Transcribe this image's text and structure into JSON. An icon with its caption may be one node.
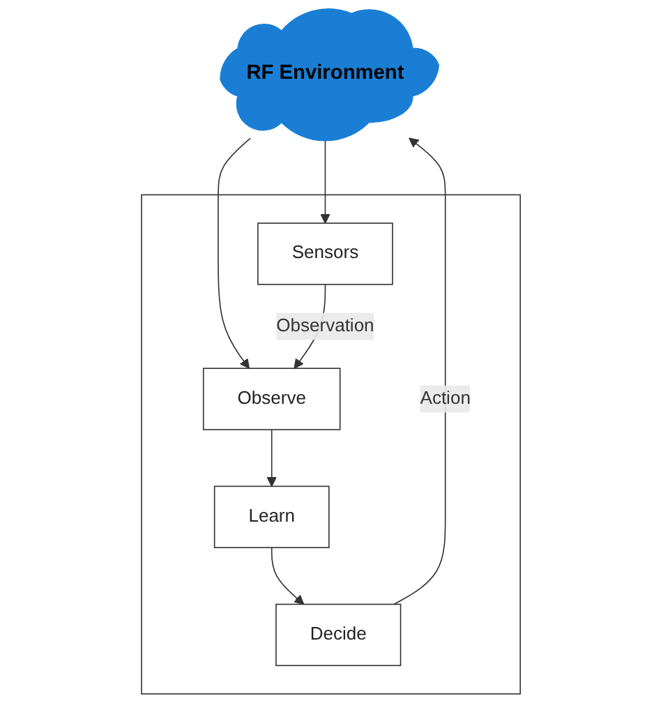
{
  "diagram": {
    "nodes": [
      {
        "text": [
          "RF Environment"
        ]
      },
      {
        "text": [],
        "shape": "box"
      },
      {
        "text": [
          "Sensors"
        ],
        "in": 1
      },
      {
        "text": [
          "Observe"
        ],
        "in": 1
      },
      {
        "text": [
          "Learn"
        ],
        "in": 1
      },
      {
        "text": [
          "Decide"
        ],
        "in": 1
      }
    ],
    "edges": [
      {
        "from": 0,
        "to": 3,
        "arrow": "to"
      },
      {
        "from": 0,
        "to": 2,
        "arrow": "to"
      },
      {
        "from": 2,
        "to": 3,
        "arrow": "to",
        "label": "Observation"
      },
      {
        "from": 3,
        "to": 4,
        "arrow": "to"
      },
      {
        "from": 4,
        "to": 5,
        "arrow": "to"
      },
      {
        "from": 5,
        "to": 0,
        "arrow": "to",
        "label": "Action"
      }
    ]
  }
}
